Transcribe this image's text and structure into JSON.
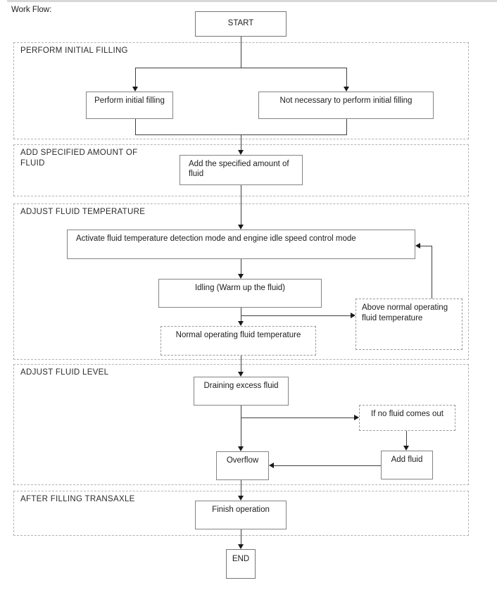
{
  "title": "Work Flow:",
  "colors": {
    "background": "#ffffff",
    "line": "#3f3f3f",
    "node_border": "#848484",
    "dashed_node_border": "#9b9b9b",
    "section_border": "#b2b2b2",
    "text": "#1c1c1c"
  },
  "flowchart": {
    "start": "START",
    "end": "END",
    "sections": {
      "initial_filling": {
        "label": "PERFORM INITIAL FILLING",
        "perform": "Perform initial filling",
        "not_necessary": "Not necessary to perform initial filling"
      },
      "add_fluid_amount": {
        "label": "ADD SPECIFIED AMOUNT OF FLUID",
        "add_specified": "Add the specified amount of fluid"
      },
      "adjust_temperature": {
        "label": "ADJUST FLUID TEMPERATURE",
        "activate": "Activate fluid temperature detection mode and engine idle speed control mode",
        "idling": "Idling (Warm up the fluid)",
        "above_normal": "Above normal operating fluid temperature",
        "normal": "Normal operating fluid temperature"
      },
      "adjust_level": {
        "label": "ADJUST FLUID LEVEL",
        "draining": "Draining excess fluid",
        "if_no_fluid": "If no fluid comes out",
        "overflow": "Overflow",
        "add_fluid": "Add fluid"
      },
      "after_filling": {
        "label": "AFTER FILLING TRANSAXLE",
        "finish": "Finish operation"
      }
    }
  }
}
